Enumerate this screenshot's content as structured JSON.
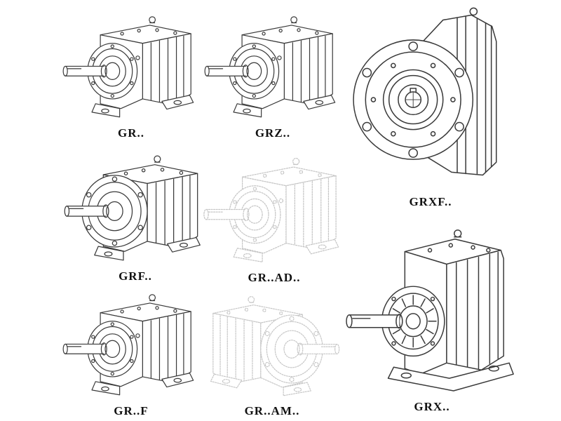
{
  "page": {
    "background": "#ffffff"
  },
  "colors": {
    "line": "#3a3a3a",
    "ghost": "#c6c6c6",
    "label": "#111111"
  },
  "catalog": {
    "items": [
      {
        "id": "gr",
        "label": "GR..",
        "ghost": false,
        "drawing": "helical gear unit, foot mounted, isometric line drawing"
      },
      {
        "id": "grz",
        "label": "GRZ..",
        "ghost": false,
        "drawing": "helical gear unit variant Z, isometric line drawing"
      },
      {
        "id": "grxf",
        "label": "GRXF..",
        "ghost": false,
        "drawing": "flange mounted gear unit, front view line drawing"
      },
      {
        "id": "grf",
        "label": "GRF..",
        "ghost": false,
        "drawing": "flange mounted helical gear unit, isometric line drawing"
      },
      {
        "id": "gr-ad",
        "label": "GR..AD..",
        "ghost": true,
        "drawing": "gear unit with input adapter, faint dashed line drawing"
      },
      {
        "id": "grx",
        "label": "GRX..",
        "ghost": false,
        "drawing": "large helical gear unit with base plate, isometric line drawing"
      },
      {
        "id": "gr-f",
        "label": "GR..F",
        "ghost": false,
        "drawing": "foot mounted gear unit with base flange, isometric line drawing"
      },
      {
        "id": "gr-am",
        "label": "GR..AM..",
        "ghost": true,
        "drawing": "gear unit with motor adapter flange, faint dashed line drawing"
      }
    ]
  }
}
